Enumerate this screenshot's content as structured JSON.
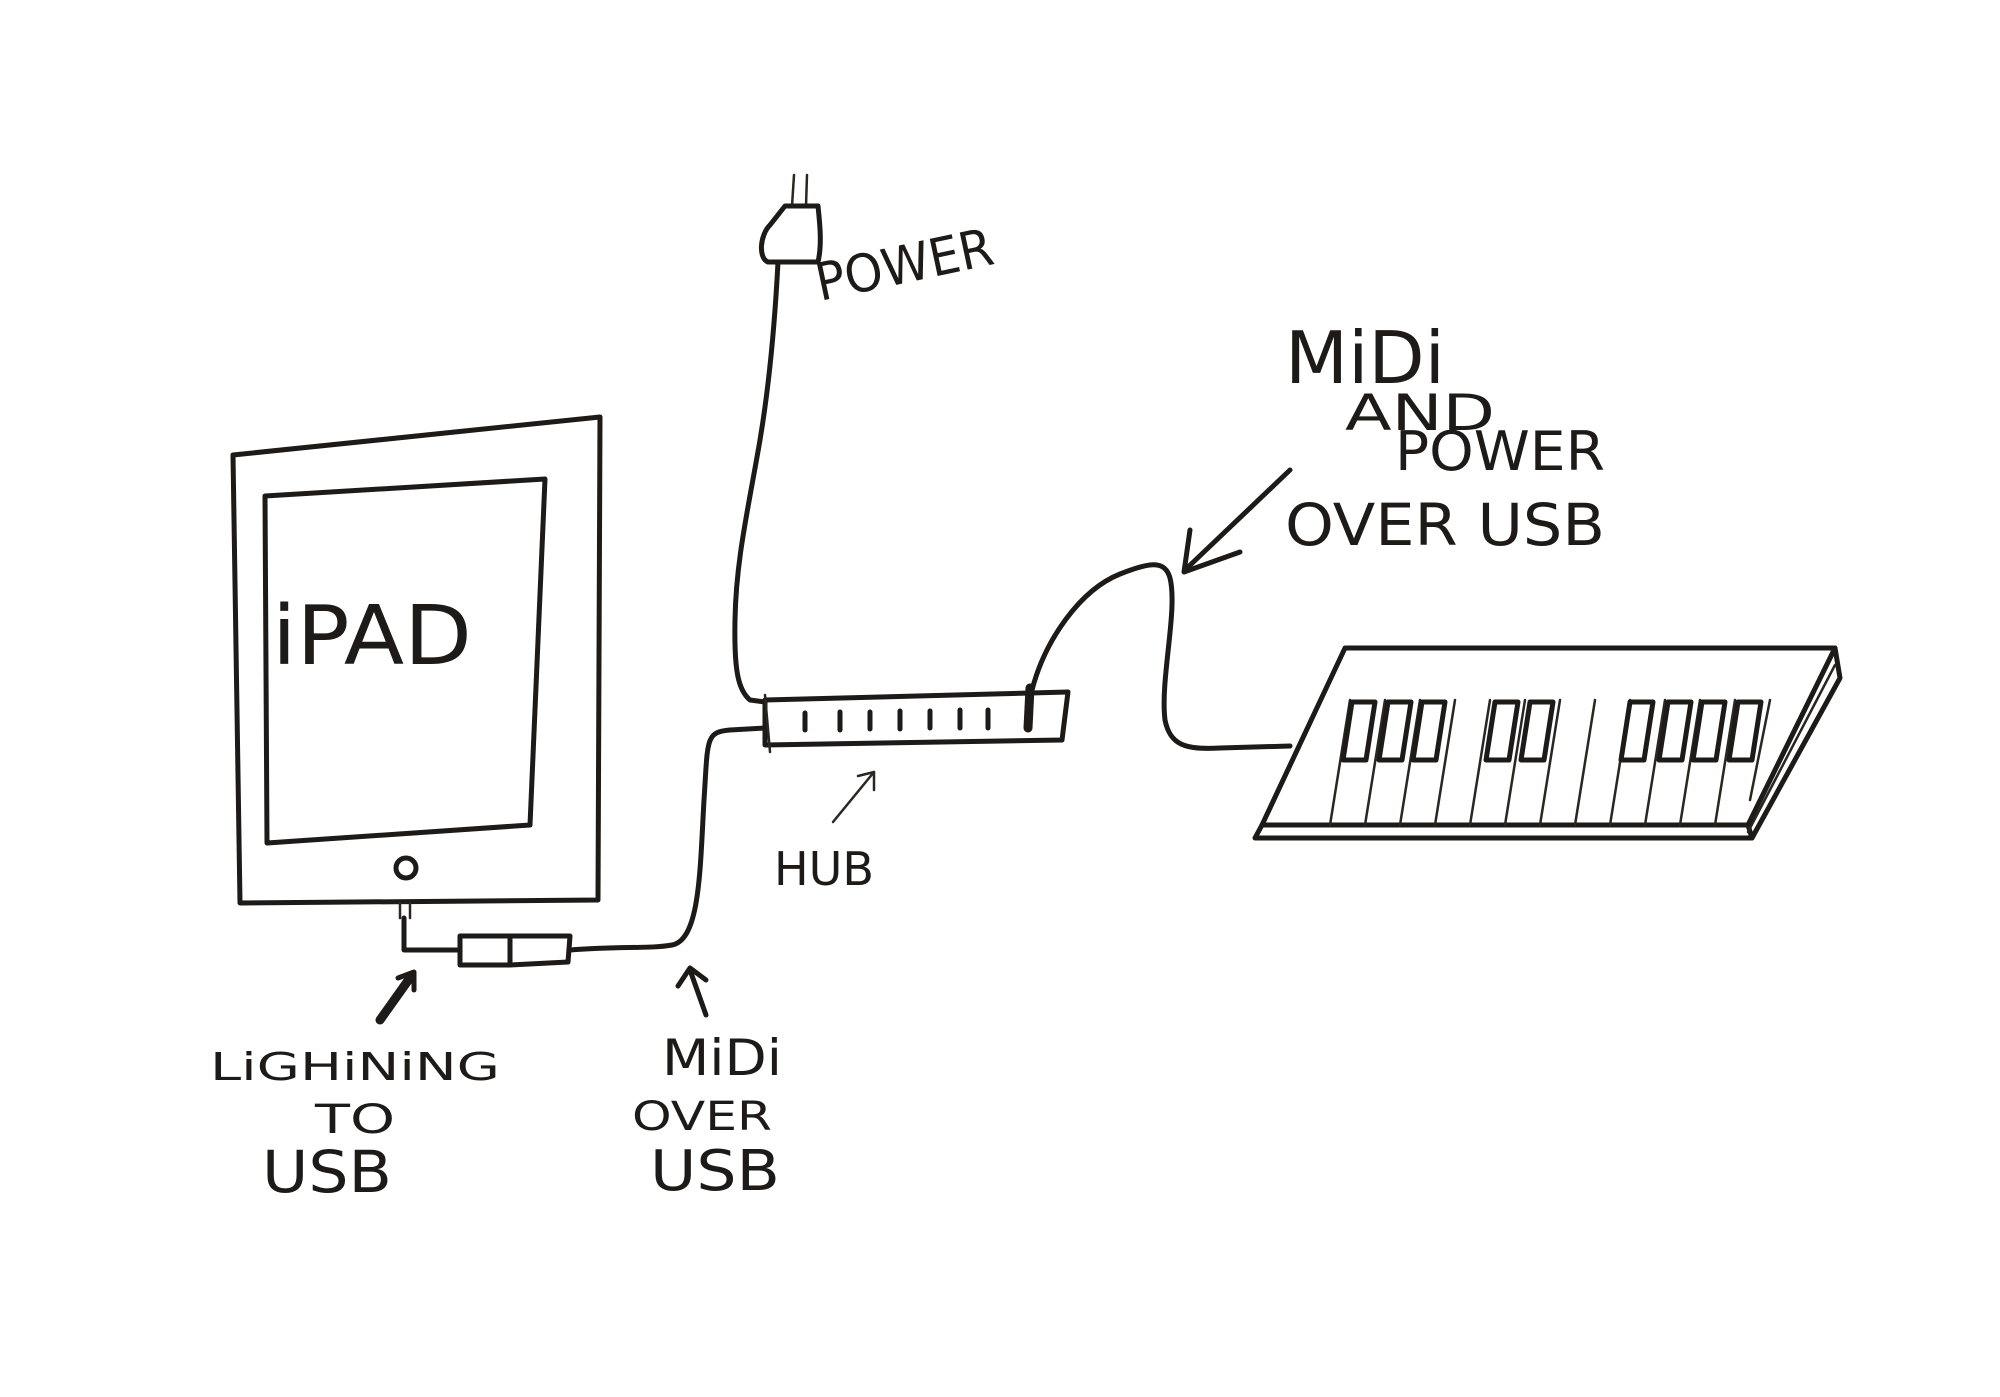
{
  "labels": {
    "ipad": "iPAD",
    "power": "POWER",
    "hub": "HUB",
    "lightning_to_usb": [
      "LiGHiNiNG",
      "TO",
      "USB"
    ],
    "midi_over_usb": [
      "MiDi",
      "OVER",
      "USB"
    ],
    "midi_and_power_over_usb": [
      "MiDi",
      "AND",
      "POWER",
      "OVER USB"
    ]
  }
}
